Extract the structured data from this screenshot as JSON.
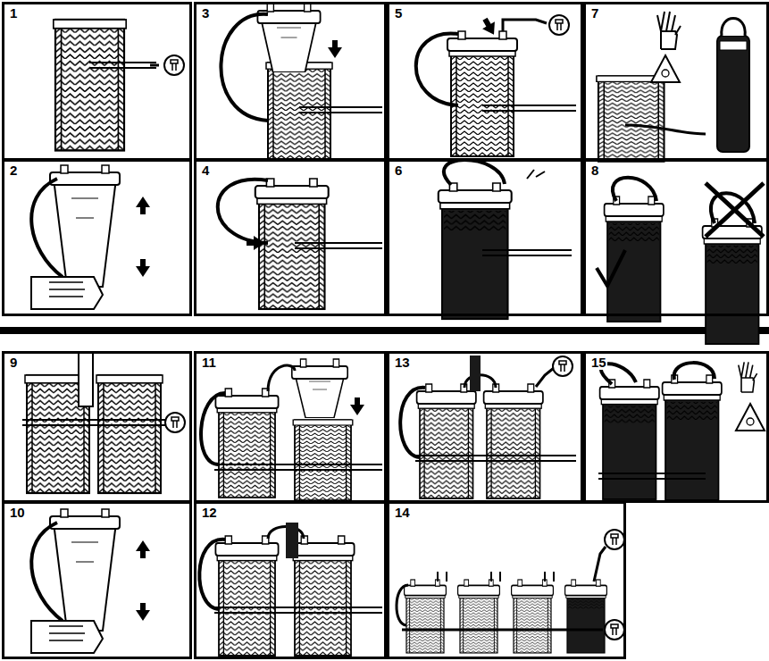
{
  "diagram": {
    "nodes": [
      {
        "text": [
          "1"
        ]
      },
      {
        "text": [
          "2"
        ]
      },
      {
        "text": [
          "3"
        ]
      },
      {
        "text": [
          "4"
        ]
      },
      {
        "text": [
          "5"
        ]
      },
      {
        "text": [
          "6"
        ]
      },
      {
        "text": [
          "7"
        ]
      },
      {
        "text": [
          "8"
        ]
      },
      {
        "text": [
          "9"
        ]
      },
      {
        "text": [
          "10"
        ]
      },
      {
        "text": [
          "11"
        ]
      },
      {
        "text": [
          "12"
        ]
      },
      {
        "text": [
          "13"
        ]
      },
      {
        "text": [
          "14"
        ]
      },
      {
        "text": [
          "15"
        ]
      }
    ]
  }
}
